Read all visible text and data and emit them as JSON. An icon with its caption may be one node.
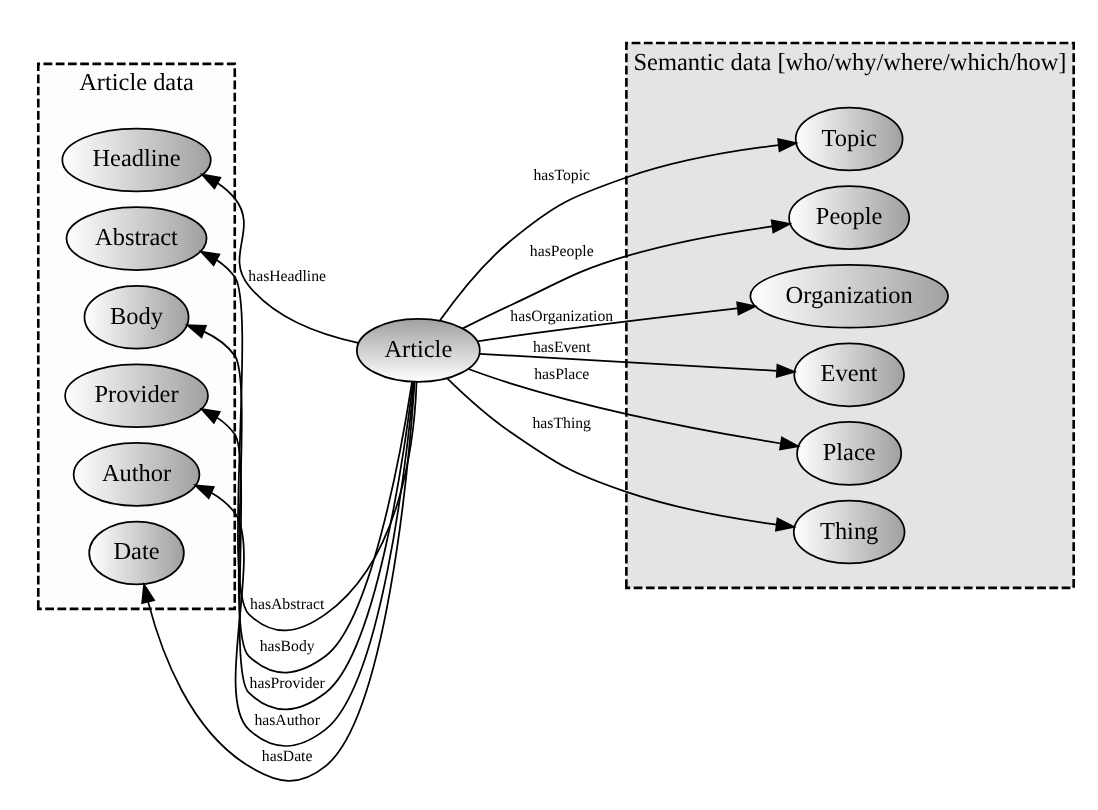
{
  "diagram": {
    "nodes": [
      {
        "text": [
          "Article data"
        ]
      },
      {
        "text": [
          "Semantic data [who/why/where/which/how]"
        ]
      },
      {
        "text": [
          "Article"
        ]
      },
      {
        "text": [
          "Headline"
        ],
        "in": 0
      },
      {
        "text": [
          "Abstract"
        ],
        "in": 0
      },
      {
        "text": [
          "Body"
        ],
        "in": 0
      },
      {
        "text": [
          "Provider"
        ],
        "in": 0
      },
      {
        "text": [
          "Author"
        ],
        "in": 0
      },
      {
        "text": [
          "Date"
        ],
        "in": 0
      },
      {
        "text": [
          "Topic"
        ],
        "in": 1
      },
      {
        "text": [
          "People"
        ],
        "in": 1
      },
      {
        "text": [
          "Organization"
        ],
        "in": 1
      },
      {
        "text": [
          "Event"
        ],
        "in": 1
      },
      {
        "text": [
          "Place"
        ],
        "in": 1
      },
      {
        "text": [
          "Thing"
        ],
        "in": 1
      }
    ],
    "edges": [
      {
        "from": 2,
        "to": 3,
        "arrow": "to",
        "label": "hasHeadline"
      },
      {
        "from": 2,
        "to": 4,
        "arrow": "to",
        "label": "hasAbstract"
      },
      {
        "from": 2,
        "to": 5,
        "arrow": "to",
        "label": "hasBody"
      },
      {
        "from": 2,
        "to": 6,
        "arrow": "to",
        "label": "hasProvider"
      },
      {
        "from": 2,
        "to": 7,
        "arrow": "to",
        "label": "hasAuthor"
      },
      {
        "from": 2,
        "to": 8,
        "arrow": "to",
        "label": "hasDate"
      },
      {
        "from": 2,
        "to": 9,
        "arrow": "to",
        "label": "hasTopic"
      },
      {
        "from": 2,
        "to": 10,
        "arrow": "to",
        "label": "hasPeople"
      },
      {
        "from": 2,
        "to": 11,
        "arrow": "to",
        "label": "hasOrganization"
      },
      {
        "from": 2,
        "to": 12,
        "arrow": "to",
        "label": "hasEvent"
      },
      {
        "from": 2,
        "to": 13,
        "arrow": "to",
        "label": "hasPlace"
      },
      {
        "from": 2,
        "to": 14,
        "arrow": "to",
        "label": "hasThing"
      }
    ]
  }
}
